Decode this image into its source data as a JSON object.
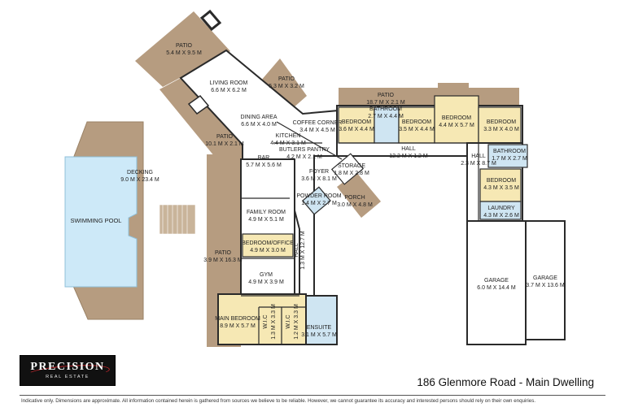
{
  "property": {
    "caption": "186 Glenmore Road - Main Dwelling",
    "disclaimer": "Indicative only. Dimensions are approximate. All information contained herein is gathered from sources we believe to be reliable. However, we cannot guarantee its accuracy and interested persons should rely on their own enquiries."
  },
  "logo": {
    "brand": "PRECISION",
    "sub": "REAL ESTATE"
  },
  "colors": {
    "deck": "#b69c80",
    "interior": "#ffffff",
    "wood": "#f6e8b4",
    "tile": "#cfe5f2",
    "pool": "#cde9f8",
    "wall": "#2a2a2a"
  },
  "rooms": {
    "patio_top": {
      "name": "PATIO",
      "dims": "5.4 M X 9.5 M"
    },
    "patio_right": {
      "name": "PATIO",
      "dims": "5.3 M X 3.2 M"
    },
    "living": {
      "name": "LIVING ROOM",
      "dims": "6.6 M X 6.2 M"
    },
    "dining": {
      "name": "DINING AREA",
      "dims": "6.6 M X 4.0 M"
    },
    "coffee": {
      "name": "COFFEE CORNER",
      "dims": "3.4 M X 4.5 M"
    },
    "kitchen": {
      "name": "KITCHEN",
      "dims": "4.4 M X 3.1 M"
    },
    "butlers": {
      "name": "BUTLERS PANTRY",
      "dims": "4.2 M X 2.1 M"
    },
    "patio_mid": {
      "name": "PATIO",
      "dims": "10.1 M X 2.1 M"
    },
    "bar": {
      "name": "BAR",
      "dims": "5.7 M X 5.6 M"
    },
    "foyer": {
      "name": "FOYER",
      "dims": "3.6 M X 8.1 M"
    },
    "storage": {
      "name": "STORAGE",
      "dims": "1.8 M X 2.8 M"
    },
    "powder": {
      "name": "POWDER ROOM",
      "dims": "1.4 M X 2.7 M"
    },
    "porch": {
      "name": "PORCH",
      "dims": "3.0 M X 4.8 M"
    },
    "decking": {
      "name": "DECKING",
      "dims": "9.0 M X 23.4 M"
    },
    "pool": {
      "name": "SWIMMING POOL"
    },
    "family": {
      "name": "FAMILY ROOM",
      "dims": "4.9 M X 5.1 M"
    },
    "bedoffice": {
      "name": "BEDROOM/OFFICE",
      "dims": "4.9 M X 3.0 M"
    },
    "patio_left": {
      "name": "PATIO",
      "dims": "3.9 M X 16.3 M"
    },
    "gym": {
      "name": "GYM",
      "dims": "4.9 M X 3.9 M"
    },
    "hall_v": {
      "name": "HALL",
      "dims": "1.3 M X 12.7 M"
    },
    "mainbed": {
      "name": "MAIN BEDROOM",
      "dims": "8.9 M X 5.7 M"
    },
    "wic1": {
      "name": "W.I.C",
      "dims": "1.3 M X 3.3 M"
    },
    "wic2": {
      "name": "W.I.C",
      "dims": "1.2 M X 3.3 M"
    },
    "ensuite": {
      "name": "ENSUITE",
      "dims": "3.1 M X 5.7 M"
    },
    "patio_wing": {
      "name": "PATIO",
      "dims": "18.7 M X 2.1 M"
    },
    "bathroom1": {
      "name": "BATHROOM",
      "dims": "2.7 M X 4.4 M"
    },
    "bed1": {
      "name": "BEDROOM",
      "dims": "3.6 M X 4.4 M"
    },
    "bed2": {
      "name": "BEDROOM",
      "dims": "3.5 M X 4.4 M"
    },
    "bed3": {
      "name": "BEDROOM",
      "dims": "4.4 M X 5.7 M"
    },
    "bed4": {
      "name": "BEDROOM",
      "dims": "3.3 M X 4.0 M"
    },
    "hall_wing": {
      "name": "HALL",
      "dims": "12.2 M X 1.2 M"
    },
    "hall_small": {
      "name": "HALL",
      "dims": "2.3 M X 8.7 M"
    },
    "bathroom2": {
      "name": "BATHROOM",
      "dims": "1.7 M X 2.7 M"
    },
    "bed5": {
      "name": "BEDROOM",
      "dims": "4.3 M X 3.5 M"
    },
    "laundry": {
      "name": "LAUNDRY",
      "dims": "4.3 M X 2.6 M"
    },
    "garage1": {
      "name": "GARAGE",
      "dims": "6.0 M X 14.4 M"
    },
    "garage2": {
      "name": "GARAGE",
      "dims": "3.7 M X 13.6 M"
    }
  }
}
